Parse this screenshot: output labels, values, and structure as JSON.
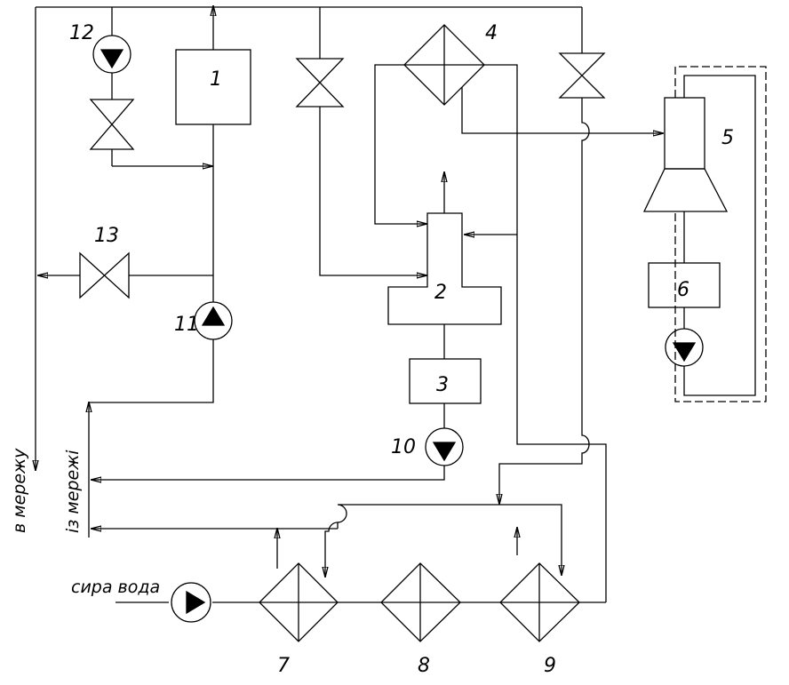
{
  "labels": {
    "n1": "1",
    "n2": "2",
    "n3": "3",
    "n4": "4",
    "n5": "5",
    "n6": "6",
    "n7": "7",
    "n8": "8",
    "n9": "9",
    "n10": "10",
    "n11": "11",
    "n12": "12",
    "n13": "13"
  },
  "text": {
    "to_network": "в мережу",
    "from_network": "із мережі",
    "raw_water": "сира вода"
  }
}
